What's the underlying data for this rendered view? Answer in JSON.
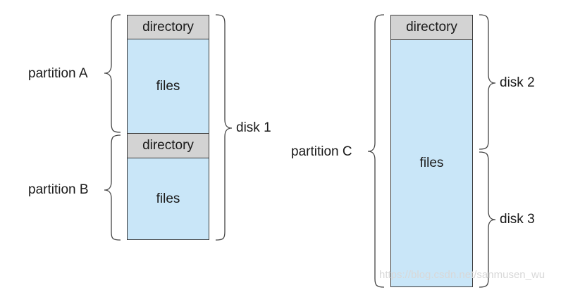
{
  "diagram": {
    "disk1_stack": {
      "partition_a_directory": "directory",
      "partition_a_files": "files",
      "partition_b_directory": "directory",
      "partition_b_files": "files"
    },
    "right_stack": {
      "partition_c_directory": "directory",
      "partition_c_files": "files"
    },
    "labels": {
      "partition_a": "partition A",
      "partition_b": "partition B",
      "partition_c": "partition C",
      "disk_1": "disk 1",
      "disk_2": "disk 2",
      "disk_3": "disk 3"
    },
    "colors": {
      "directory_fill": "#d3d3d3",
      "files_fill": "#c9e6f8",
      "outline": "#3a3a3a"
    }
  },
  "watermark": "https://blog.csdn.net/sanmusen_wu"
}
